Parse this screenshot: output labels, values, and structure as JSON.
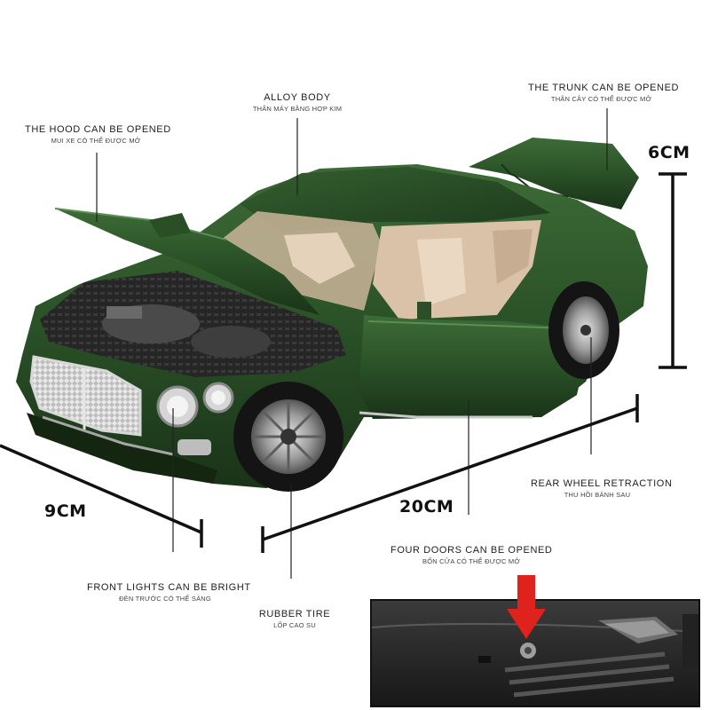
{
  "labels": {
    "hood": {
      "en": "THE HOOD CAN BE OPENED",
      "vi": "MUI XE CÓ THỂ ĐƯỢC MỞ"
    },
    "body": {
      "en": "ALLOY BODY",
      "vi": "THÂN MÁY BẰNG HỢP KIM"
    },
    "trunk": {
      "en": "THE TRUNK CAN BE OPENED",
      "vi": "THÂN CÂY CÓ THỂ ĐƯỢC MỞ"
    },
    "rear_wheel": {
      "en": "REAR WHEEL RETRACTION",
      "vi": "THU HỒI BÁNH SAU"
    },
    "front_lights": {
      "en": "FRONT LIGHTS CAN BE BRIGHT",
      "vi": "ĐÈN TRƯỚC CÓ THỂ SÁNG"
    },
    "tire": {
      "en": "RUBBER TIRE",
      "vi": "LỐP CAO SU"
    },
    "doors": {
      "en": "FOUR DOORS CAN BE OPENED",
      "vi": "BỐN CỬA CÓ THỂ ĐƯỢC MỞ"
    }
  },
  "dimensions": {
    "height": "6CM",
    "width": "9CM",
    "length": "20CM"
  },
  "colors": {
    "car_body": "#2f5a2c",
    "interior": "#d9c2a8",
    "arrow": "#e0221c",
    "line": "#222222"
  }
}
